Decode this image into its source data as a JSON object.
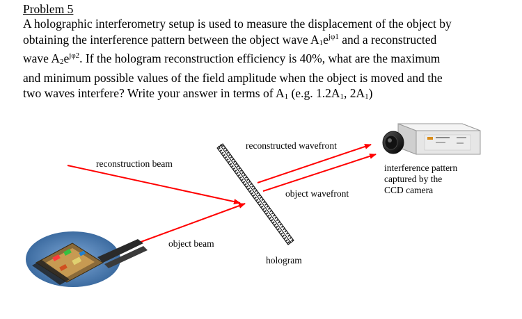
{
  "problem": {
    "title": "Problem 5",
    "line1": "A holographic interferometry setup is used to measure the displacement of the object by",
    "line2_pre": "obtaining the interference pattern between the object wave A",
    "sub1": "1",
    "e_char": "e",
    "sup1": "jφ1",
    "line2_post": " and a reconstructed",
    "line3_pre": "wave A",
    "sub2": "2",
    "sup2": "jφ2",
    "line3_post": ". If the hologram reconstruction efficiency is 40%, what are the maximum",
    "line4": "and minimum possible values of the field amplitude when the object is moved and the",
    "line5_pre": "two waves interfere? Write your answer in terms of A",
    "line5_mid1": " (e.g. 1.2A",
    "line5_mid2": ", 2A",
    "line5_post": ")"
  },
  "diagram": {
    "reconstruction_beam": "reconstruction beam",
    "object_beam": "object beam",
    "reconstructed_wavefront": "reconstructed wavefront",
    "object_wavefront": "object wavefront",
    "hologram": "hologram",
    "interference_line1": "interference pattern",
    "interference_line2": "captured by the",
    "interference_line3": "CCD camera",
    "colors": {
      "beam": "#ff0000",
      "hologram": "#222222",
      "camera_body": "#e9e9e9"
    },
    "icons": [
      "ccd-camera-icon",
      "chip-object-icon",
      "hologram-plate-icon"
    ]
  }
}
